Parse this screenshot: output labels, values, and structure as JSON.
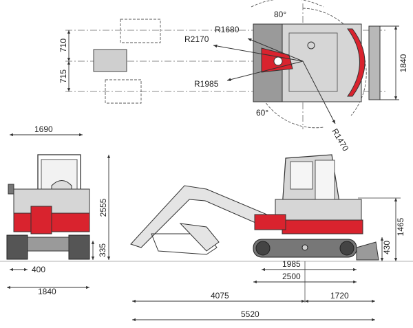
{
  "colors": {
    "accent": "#d9232e",
    "body": "#d6d6d6",
    "body_dark": "#9a9a9a",
    "outline": "#333333",
    "dim_line": "#555555",
    "text": "#222222"
  },
  "top_view": {
    "labels": {
      "r1680": "R1680",
      "r2170": "R2170",
      "r1985": "R1985",
      "r1470": "R1470",
      "angle_right": "80°",
      "angle_left": "60°",
      "dim_710": "710",
      "dim_715": "715",
      "dim_1840": "1840"
    }
  },
  "front_view": {
    "labels": {
      "width_top": "1690",
      "height_total": "2555",
      "ground_clear": "335",
      "track_width": "400",
      "overall_width": "1840"
    }
  },
  "side_view": {
    "labels": {
      "tail_height": "1465",
      "blade_height": "430",
      "tumbler": "1985",
      "track_length": "2500",
      "front_reach": "4075",
      "tail_len": "1720",
      "total_len": "5520"
    }
  },
  "icons": [
    "excavator-top-view",
    "excavator-front-view",
    "excavator-side-view"
  ]
}
